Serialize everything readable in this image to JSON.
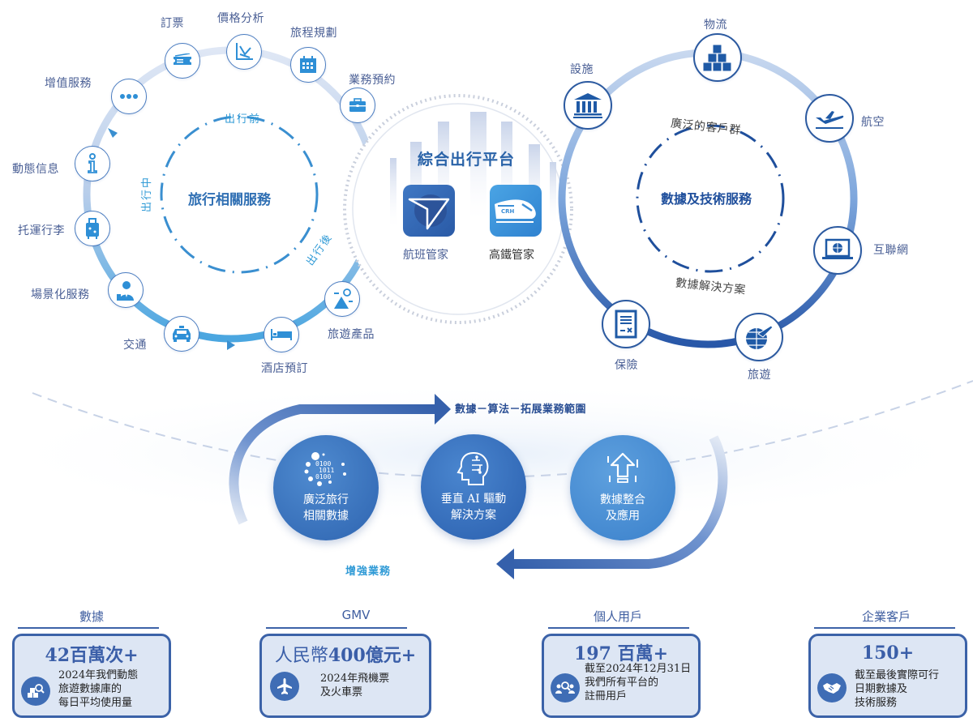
{
  "colors": {
    "accent_light": "#2f9ad6",
    "accent_dark": "#2c5aa0",
    "label_text": "#4a5f95",
    "stat_box_fill": "#dde6f4"
  },
  "left_ring": {
    "title": "旅行相關服務",
    "phases": {
      "before": "出行前",
      "during": "出行中",
      "after": "出行後"
    },
    "nodes": [
      {
        "label": "訂票",
        "icon": "ticket-icon"
      },
      {
        "label": "價格分析",
        "icon": "price-chart-icon"
      },
      {
        "label": "旅程規劃",
        "icon": "calendar-icon"
      },
      {
        "label": "業務預約",
        "icon": "briefcase-icon"
      },
      {
        "label": "增值服務",
        "icon": "more-dots-icon"
      },
      {
        "label": "動態信息",
        "icon": "info-icon"
      },
      {
        "label": "托運行李",
        "icon": "luggage-icon"
      },
      {
        "label": "場景化服務",
        "icon": "concierge-icon"
      },
      {
        "label": "交通",
        "icon": "taxi-icon"
      },
      {
        "label": "酒店預訂",
        "icon": "bed-icon"
      },
      {
        "label": "旅遊產品",
        "icon": "travel-balloon-icon"
      }
    ]
  },
  "center_platform": {
    "title": "綜合出行平台",
    "apps": [
      {
        "label": "航班管家",
        "icon": "flight-app-icon"
      },
      {
        "label": "高鐵管家",
        "icon": "train-app-icon",
        "badge": "CRH"
      }
    ]
  },
  "right_ring": {
    "title": "數據及技術服務",
    "top_caption": "廣泛的客戶群",
    "bottom_caption": "數據解決方案",
    "nodes": [
      {
        "label": "設施",
        "icon": "building-icon"
      },
      {
        "label": "物流",
        "icon": "boxes-icon"
      },
      {
        "label": "航空",
        "icon": "airplane-takeoff-icon"
      },
      {
        "label": "互聯網",
        "icon": "laptop-globe-icon"
      },
      {
        "label": "旅遊",
        "icon": "globe-plane-icon"
      },
      {
        "label": "保險",
        "icon": "document-icon"
      }
    ]
  },
  "loop": {
    "top_arrow_label": "數據－算法－拓展業務範圍",
    "bottom_arrow_label": "增強業務",
    "circles": [
      {
        "lines": [
          "廣泛旅行",
          "相關數據"
        ],
        "icon": "binary-data-icon",
        "binary": [
          "0100",
          "1011",
          "0100"
        ]
      },
      {
        "lines": [
          "垂直 AI 驅動",
          "解決方案"
        ],
        "icon": "ai-head-icon"
      },
      {
        "lines": [
          "數據整合",
          "及應用"
        ],
        "icon": "upload-arrow-icon"
      }
    ]
  },
  "stats": [
    {
      "heading": "數據",
      "value": "42百萬次+",
      "icon": "database-search-icon",
      "desc": [
        "2024年我們動態",
        "旅遊數據庫的",
        "每日平均使用量"
      ]
    },
    {
      "heading": "GMV",
      "value_prefix": "人民幣",
      "value": "400億元+",
      "icon": "airplane-icon",
      "desc": [
        "2024年飛機票",
        "及火車票"
      ]
    },
    {
      "heading": "個人用戶",
      "value": "197 百萬+",
      "icon": "users-search-icon",
      "desc": [
        "截至2024年12月31日",
        "我們所有平台的",
        "註冊用戶"
      ]
    },
    {
      "heading": "企業客戶",
      "value": "150+",
      "icon": "handshake-icon",
      "desc": [
        "截至最後實際可行",
        "日期數據及",
        "技術服務"
      ]
    }
  ]
}
